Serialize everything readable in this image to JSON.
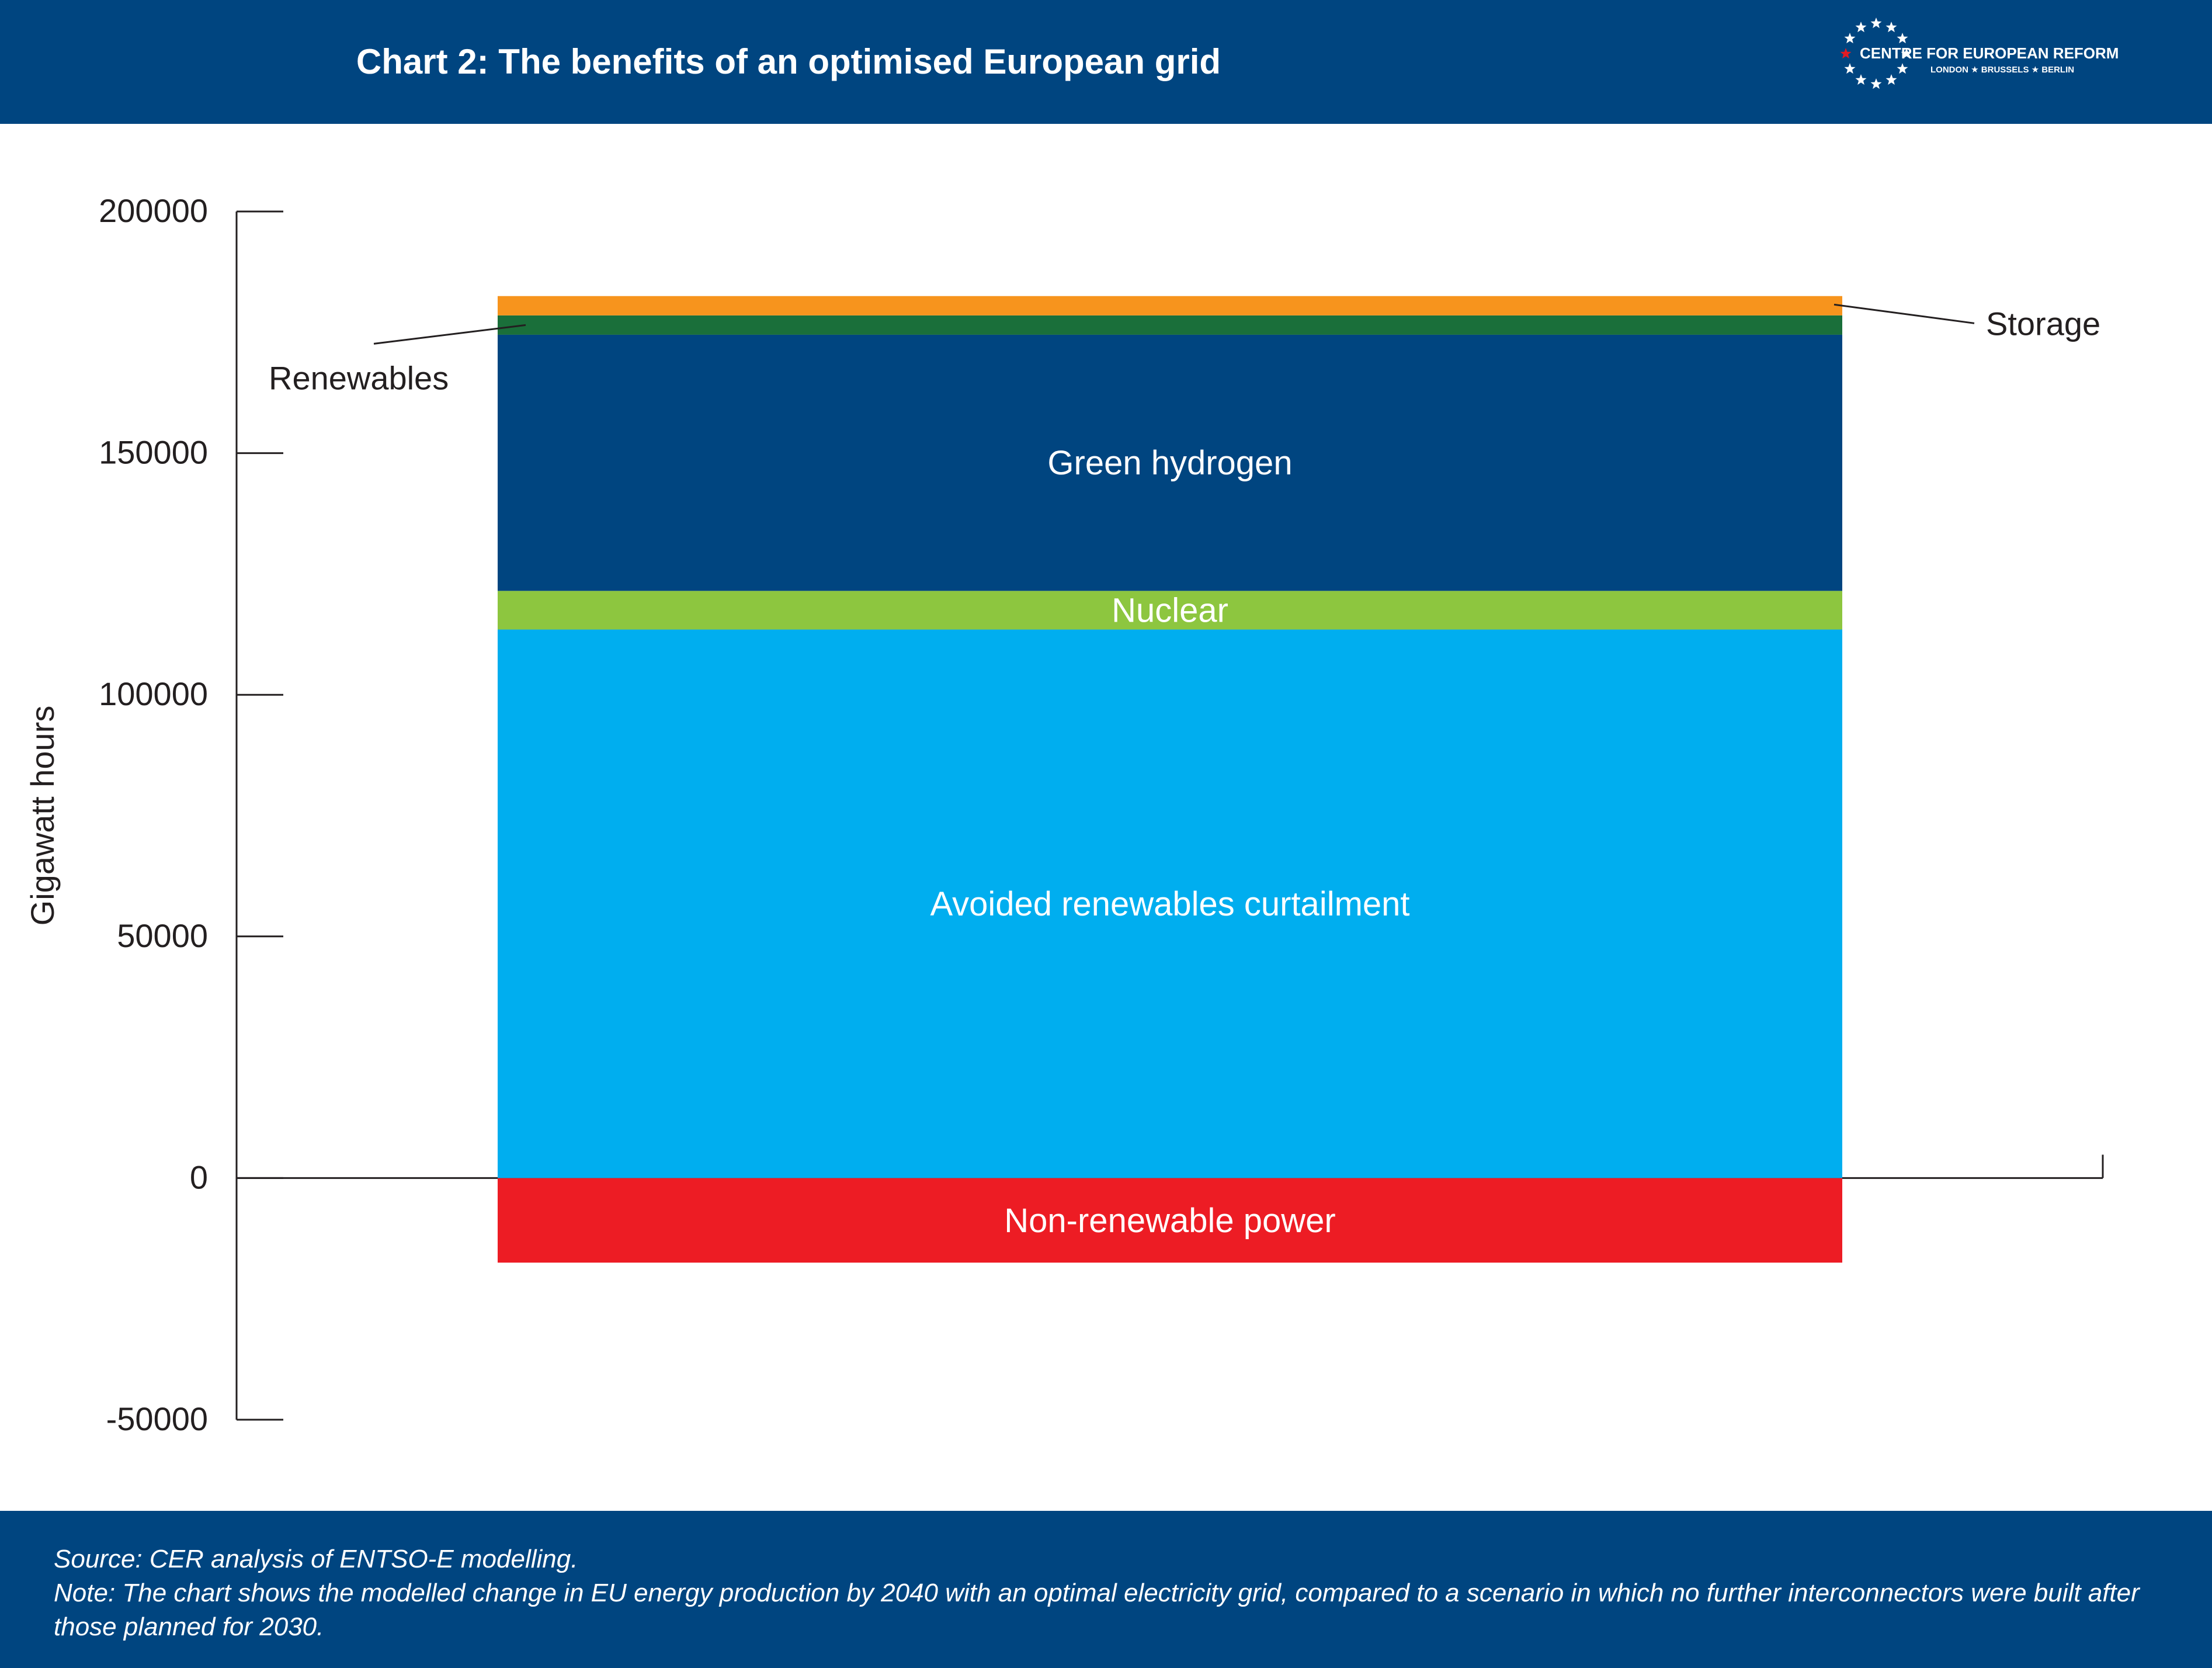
{
  "header": {
    "title": "Chart 2: The benefits of an optimised European grid",
    "background": "#004580"
  },
  "logo": {
    "name": "CENTRE FOR EUROPEAN REFORM",
    "cities": "LONDON ★ BRUSSELS ★ BERLIN",
    "star_color": "#ffffff",
    "accent_star_color": "#e31b23"
  },
  "footer": {
    "source": "Source: CER analysis of ENTSO-E modelling.",
    "note": "Note: The chart shows the modelled change in EU energy production by 2040 with an optimal electricity grid, compared to a scenario in which no further interconnectors were built after those planned for 2030."
  },
  "chart_data": {
    "type": "bar",
    "stacked": true,
    "title": "Chart 2: The benefits of an optimised European grid",
    "ylabel": "Gigawatt hours",
    "ylim": [
      -50000,
      200000
    ],
    "yticks": [
      200000,
      150000,
      100000,
      50000,
      0,
      -50000
    ],
    "grid": false,
    "series": [
      {
        "name": "Non-renewable power",
        "value": -17500,
        "color": "#ed1c24",
        "label_position": "inside"
      },
      {
        "name": "Avoided renewables curtailment",
        "value": 113500,
        "color": "#00aeef",
        "label_position": "inside"
      },
      {
        "name": "Nuclear",
        "value": 8000,
        "color": "#8dc63f",
        "label_position": "inside"
      },
      {
        "name": "Green hydrogen",
        "value": 53000,
        "color": "#004580",
        "label_position": "inside"
      },
      {
        "name": "Renewables",
        "value": 4000,
        "color": "#1a6f3a",
        "label_position": "left"
      },
      {
        "name": "Storage",
        "value": 4000,
        "color": "#f7941d",
        "label_position": "right"
      }
    ]
  }
}
